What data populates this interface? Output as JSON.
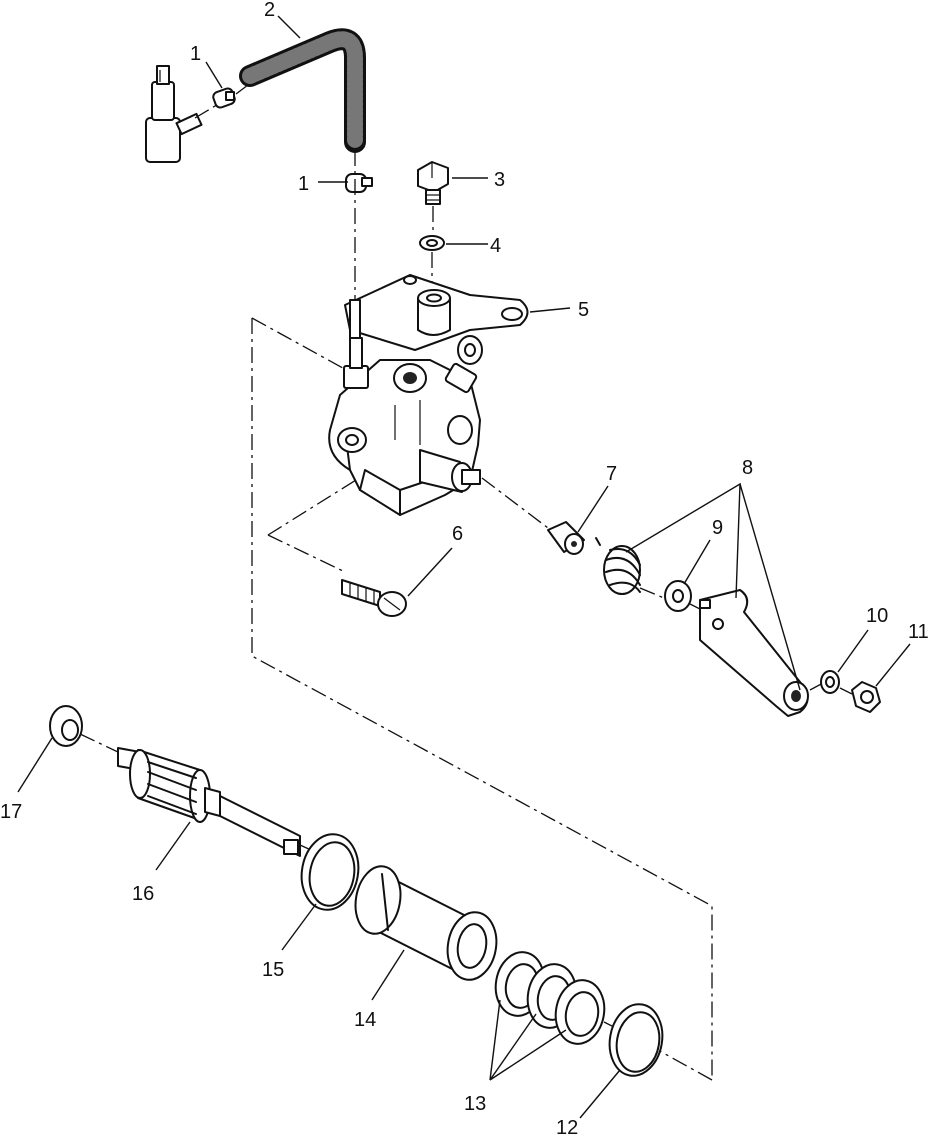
{
  "callouts": [
    {
      "id": "c1a",
      "text": "1"
    },
    {
      "id": "c1b",
      "text": "1"
    },
    {
      "id": "c2",
      "text": "2"
    },
    {
      "id": "c3",
      "text": "3"
    },
    {
      "id": "c4",
      "text": "4"
    },
    {
      "id": "c5",
      "text": "5"
    },
    {
      "id": "c6",
      "text": "6"
    },
    {
      "id": "c7",
      "text": "7"
    },
    {
      "id": "c8",
      "text": "8"
    },
    {
      "id": "c9",
      "text": "9"
    },
    {
      "id": "c10",
      "text": "10"
    },
    {
      "id": "c11",
      "text": "11"
    },
    {
      "id": "c12",
      "text": "12"
    },
    {
      "id": "c13",
      "text": "13"
    },
    {
      "id": "c14",
      "text": "14"
    },
    {
      "id": "c15",
      "text": "15"
    },
    {
      "id": "c16",
      "text": "16"
    },
    {
      "id": "c17",
      "text": "17"
    }
  ]
}
